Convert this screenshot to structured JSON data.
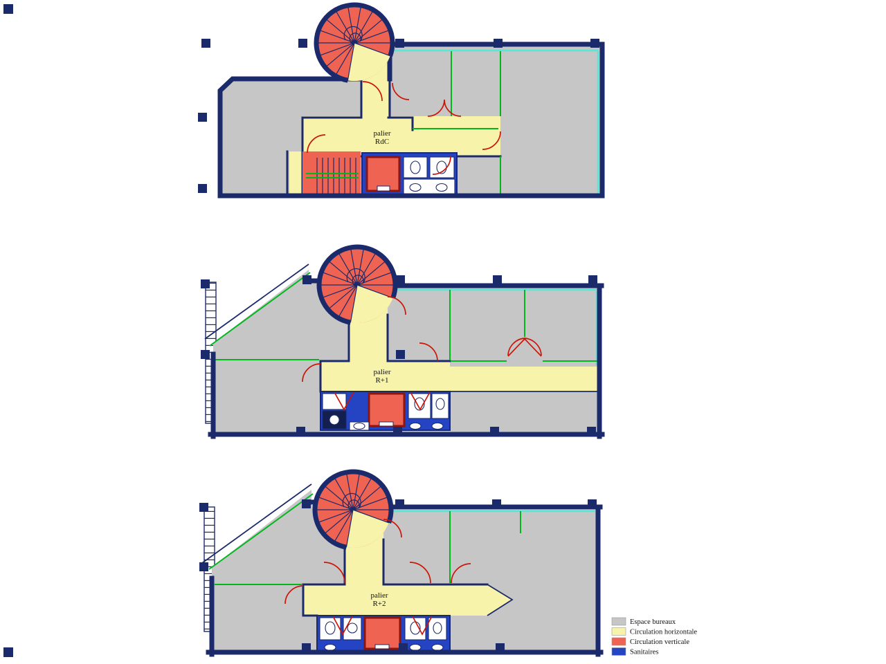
{
  "colors": {
    "wall": "#1b2a6b",
    "office": "#c6c6c6",
    "circulation_horizontale": "#f8f3ab",
    "circulation_verticale": "#ee6352",
    "sanitaires": "#2444c4",
    "partition_green": "#00b81e",
    "glazing_cyan": "#55e8d5",
    "door_red": "#cc1507"
  },
  "floors": [
    {
      "id": "rdc",
      "label_top": "palier",
      "label_bottom": "RdC"
    },
    {
      "id": "r1",
      "label_top": "palier",
      "label_bottom": "R+1"
    },
    {
      "id": "r2",
      "label_top": "palier",
      "label_bottom": "R+2"
    }
  ],
  "legend": {
    "items": [
      {
        "label": "Espace bureaux",
        "color": "#c6c6c6"
      },
      {
        "label": "Circulation horizontale",
        "color": "#f8f3ab"
      },
      {
        "label": "Circulation verticale",
        "color": "#ee6352"
      },
      {
        "label": "Sanitaires",
        "color": "#2444c4"
      }
    ]
  }
}
